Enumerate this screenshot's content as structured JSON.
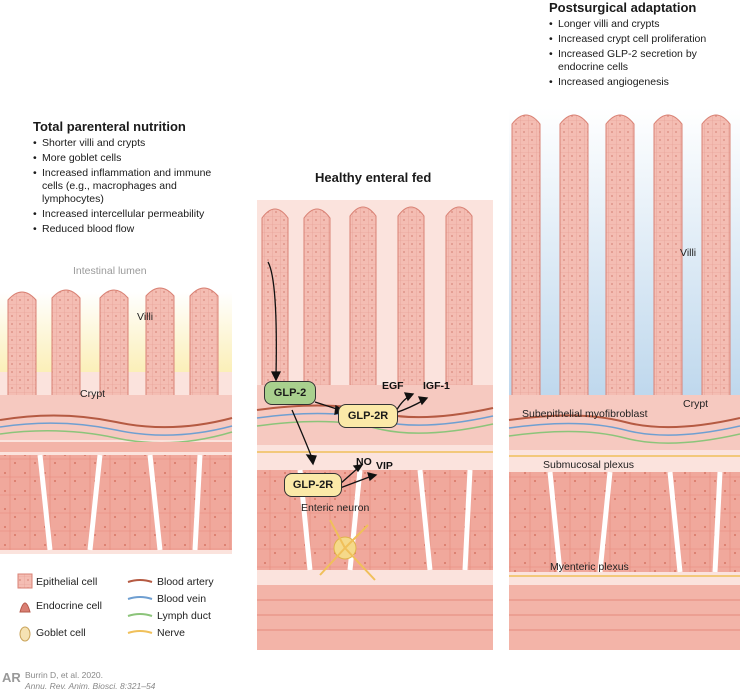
{
  "panels": {
    "tpn": {
      "title": "Total parenteral nutrition",
      "bullets": [
        "Shorter villi and crypts",
        "More goblet cells",
        "Increased inflammation and immune cells (e.g., macrophages and lymphocytes)",
        "Increased intercellular permeability",
        "Reduced blood flow"
      ],
      "lumen_label": "Intestinal lumen",
      "villi_label": "Villi",
      "crypt_label": "Crypt"
    },
    "healthy": {
      "title": "Healthy enteral fed",
      "glp2": "GLP-2",
      "glp2r_upper": "GLP-2R",
      "glp2r_lower": "GLP-2R",
      "egf": "EGF",
      "igf1": "IGF-1",
      "no": "NO",
      "vip": "VIP",
      "enteric_neuron": "Enteric neuron"
    },
    "post": {
      "title": "Postsurgical adaptation",
      "bullets": [
        "Longer villi and crypts",
        "Increased crypt cell proliferation",
        "Increased GLP-2 secretion by endocrine cells",
        "Increased angiogenesis"
      ],
      "villi_label": "Villi",
      "crypt_label": "Crypt",
      "myofibroblast_label": "Subepithelial myofibroblast",
      "submucosal_label": "Submucosal plexus",
      "myenteric_label": "Myenteric plexus"
    }
  },
  "legend": {
    "epithelial": "Epithelial cell",
    "endocrine": "Endocrine cell",
    "goblet": "Goblet cell",
    "artery": "Blood artery",
    "vein": "Blood vein",
    "lymph": "Lymph duct",
    "nerve": "Nerve"
  },
  "credit": {
    "logo": "AR",
    "line1": "Burrin D, et al. 2020.",
    "line2": "Annu. Rev. Anim. Biosci. 8:321–54"
  },
  "colors": {
    "tissue": "#f2b3aa",
    "tissue_dark": "#d97f73",
    "artery": "#b55a42",
    "vein": "#6f9fd1",
    "lymph": "#8cc47a",
    "nerve": "#f0c05a",
    "glp2_box": "#a9d08e",
    "glp2r_box": "#fbe9a8",
    "lumen_blue": "#cfe3f2"
  }
}
